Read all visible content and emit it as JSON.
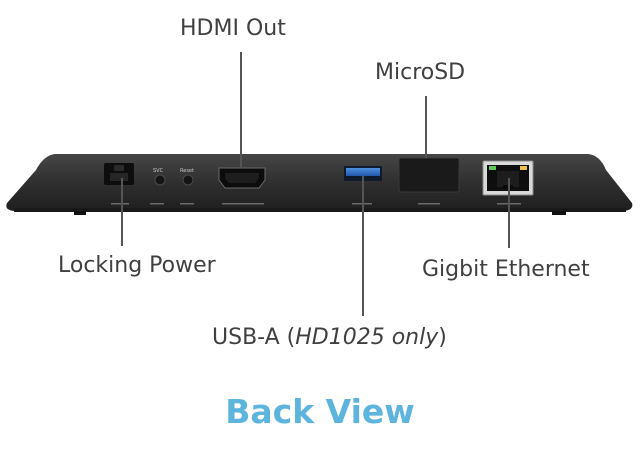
{
  "labels": {
    "hdmi_out": "HDMI Out",
    "microsd": "MicroSD",
    "locking_power": "Locking Power",
    "gigbit_ethernet": "Gigbit Ethernet",
    "usb_a_prefix": "USB-A (",
    "usb_a_italic": "HD1025 only",
    "usb_a_suffix": ")"
  },
  "device_text": {
    "svc": "SVC",
    "reset": "Reset"
  },
  "title": "Back View",
  "colors": {
    "title": "#5db4dc",
    "label_text": "#404040",
    "device_body": "#2e2e2e",
    "usb_port": "#2f6fc7"
  }
}
